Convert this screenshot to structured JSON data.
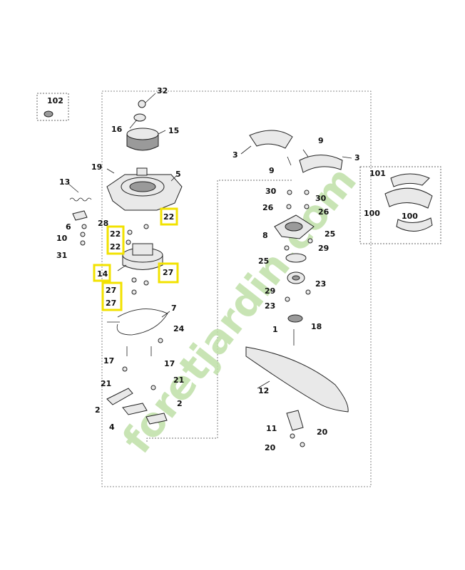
{
  "watermark": {
    "text": "foretjardin.com",
    "color_main": "#bfe0a8",
    "color_accent": "#f5c89a"
  },
  "highlight_color": "#f2e200",
  "labels": {
    "l102": "102",
    "l32": "32",
    "l16": "16",
    "l15": "15",
    "l19": "19",
    "l5": "5",
    "l13": "13",
    "l22a": "22",
    "l28": "28",
    "l6": "6",
    "l10": "10",
    "l31": "31",
    "l22b": "22",
    "l22c": "22",
    "l14": "14",
    "l27a": "27",
    "l27b": "27",
    "l27c": "27",
    "l7": "7",
    "l24": "24",
    "l17a": "17",
    "l17b": "17",
    "l21a": "21",
    "l21b": "21",
    "l2a": "2",
    "l2b": "2",
    "l4": "4",
    "l3a": "3",
    "l3b": "3",
    "l9a": "9",
    "l9b": "9",
    "l30a": "30",
    "l30b": "30",
    "l26a": "26",
    "l26b": "26",
    "l8": "8",
    "l25a": "25",
    "l25b": "25",
    "l29a": "29",
    "l29b": "29",
    "l23a": "23",
    "l23b": "23",
    "l1": "1",
    "l18": "18",
    "l12": "12",
    "l11": "11",
    "l20a": "20",
    "l20b": "20",
    "l101": "101",
    "l100a": "100",
    "l100b": "100"
  }
}
